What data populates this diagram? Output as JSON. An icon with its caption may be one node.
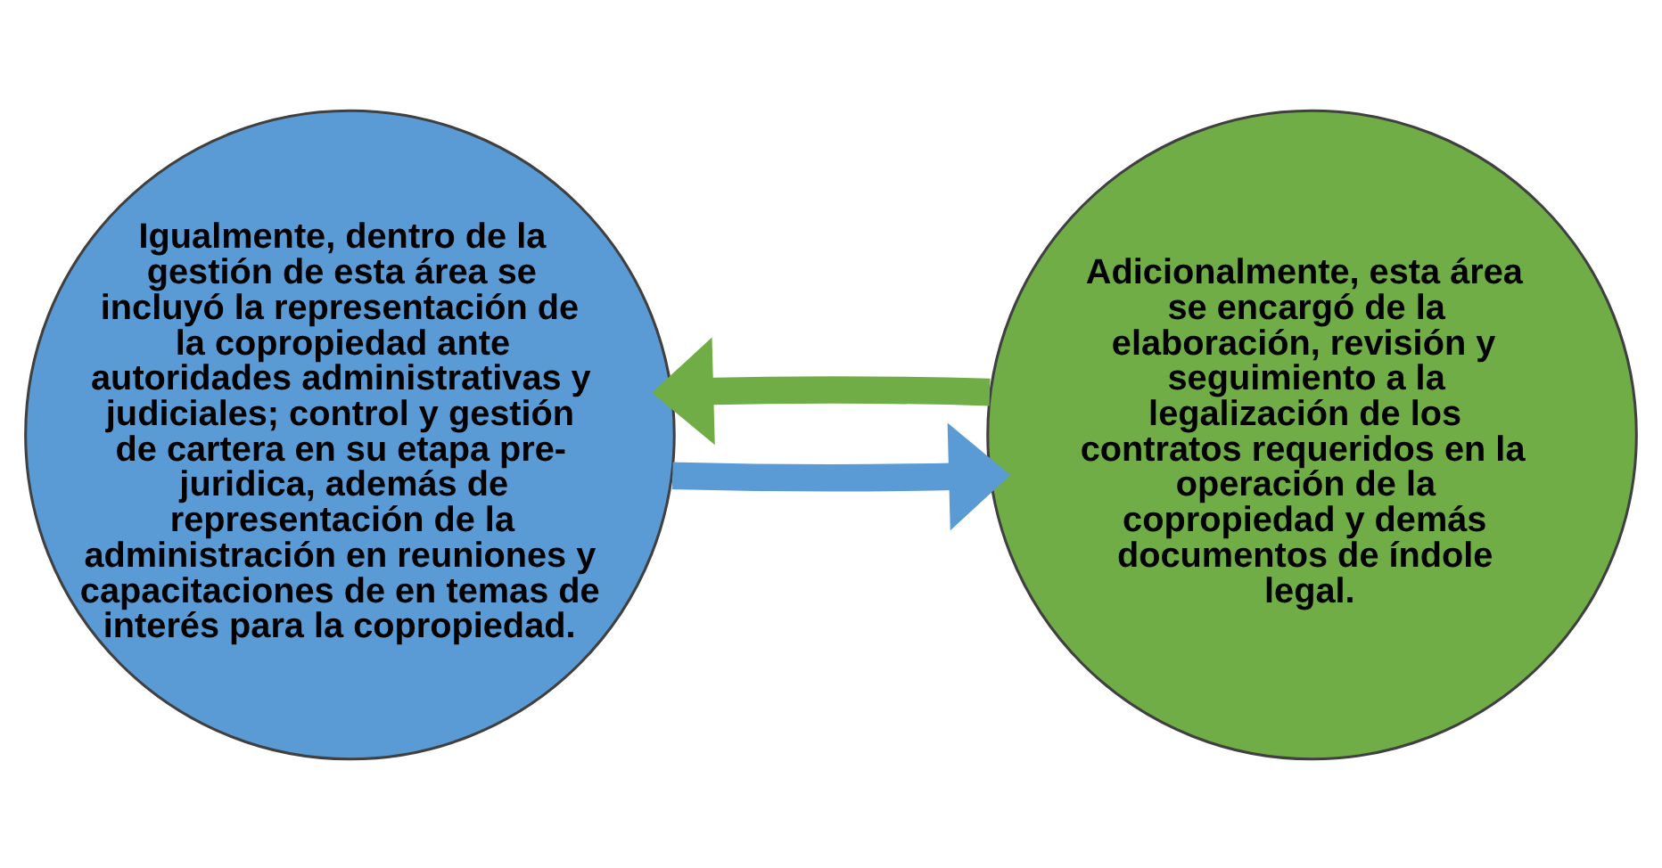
{
  "diagram": {
    "nodes": [
      {
        "text": [
          "Igualmente, dentro de la gestión de esta área se incluyó la representación de la copropiedad ante autoridades administrativas y judiciales; control y gestión de cartera en su etapa pre-juridica, además de representación de la administración en reuniones y capacitaciones de en temas de interés para la copropiedad."
        ]
      },
      {
        "text": [
          "Adicionalmente, esta área se encargó de la elaboración, revisión y seguimiento a la legalización de los contratos requeridos en la operación de la copropiedad y demás documentos de índole legal."
        ]
      }
    ],
    "edges": [
      {
        "from": 0,
        "to": 1,
        "arrow": "to",
        "color": "#5b9bd5"
      },
      {
        "from": 1,
        "to": 0,
        "arrow": "to",
        "color": "#70ad47"
      }
    ]
  }
}
